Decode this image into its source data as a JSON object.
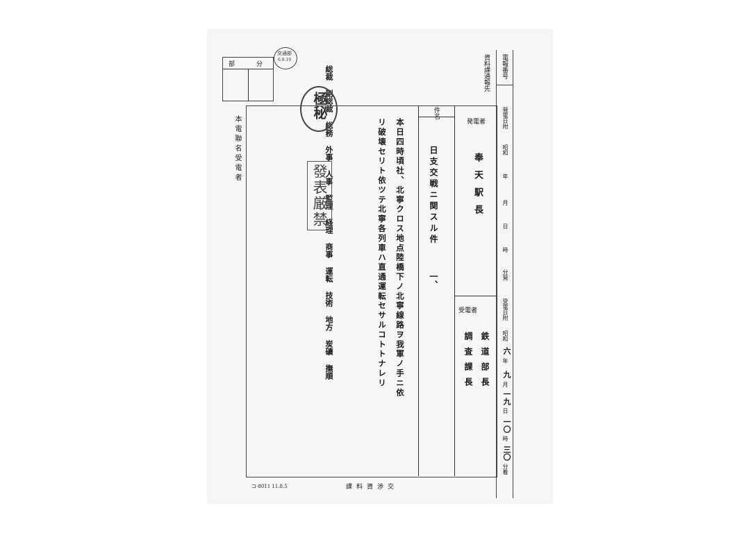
{
  "header": {
    "division_box": {
      "col1": "部",
      "col2": "分"
    },
    "stamp_date": {
      "top": "交通部",
      "bottom": "6.9.19"
    },
    "distribution_label": "資料課通報先",
    "distribution_list": [
      "総裁",
      "副総裁",
      "総務",
      "外事",
      "人事",
      "監理",
      "経理",
      "商事",
      "運転",
      "技術",
      "地方",
      "炭礦",
      "撫順"
    ],
    "right_header": "電報番号"
  },
  "secret_stamp": "極秘",
  "disclosure_stamp": "發表厳禁",
  "left_margin_label": "本電聯名受電者",
  "subject": {
    "label": "件名",
    "text": "日支交戦ニ関スル件",
    "number": "一、"
  },
  "body_text": [
    "本日四時頃社、北寧クロス地点陸橋下ノ北寧線路ヲ我軍ノ手ニ依",
    "リ破壊セリト依ツテ北寧各列車ハ直通運転セサルコトトナレリ"
  ],
  "sender": {
    "label": "発電者",
    "name": "奉天駅長"
  },
  "recipient": {
    "label": "受電者",
    "lines": [
      "鉄道部長",
      "調査課長"
    ]
  },
  "send_datetime": {
    "label": "発電日附",
    "cells": [
      "昭和",
      "年",
      "月",
      "日",
      "時",
      "分発"
    ]
  },
  "receive_datetime": {
    "label": "受電日附",
    "era": "昭和",
    "year": "六",
    "year_unit": "年",
    "month": "九",
    "month_unit": "月",
    "day": "一九",
    "day_unit": "日",
    "hour": "一〇",
    "hour_unit": "時",
    "minute": "三〇",
    "minute_unit": "分着"
  },
  "footer": {
    "form_code": "コ-8011 11.8.5",
    "org": "課料資渉交"
  }
}
